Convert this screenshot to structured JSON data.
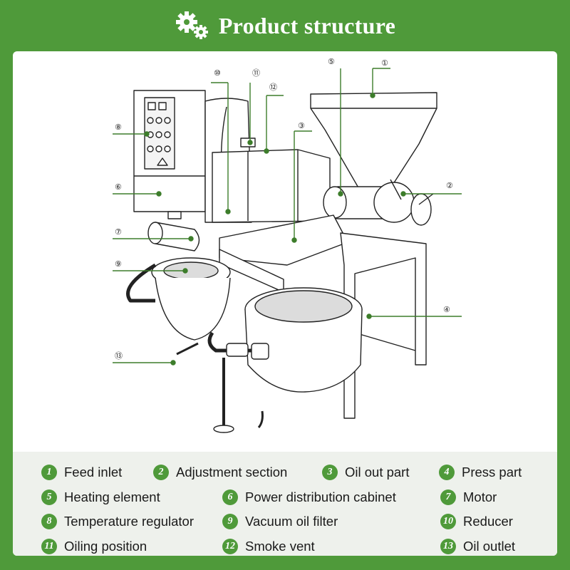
{
  "header": {
    "title": "Product structure",
    "icon": "gears-icon"
  },
  "colors": {
    "brand_green": "#4f9a3a",
    "legend_bg": "#eef1ec"
  },
  "callouts": [
    "①",
    "②",
    "③",
    "④",
    "⑤",
    "⑥",
    "⑦",
    "⑧",
    "⑨",
    "⑩",
    "⑪",
    "⑫",
    "⑬"
  ],
  "legend": [
    {
      "num": "1",
      "label": "Feed inlet"
    },
    {
      "num": "2",
      "label": "Adjustment section"
    },
    {
      "num": "3",
      "label": "Oil out part"
    },
    {
      "num": "4",
      "label": "Press part"
    },
    {
      "num": "5",
      "label": "Heating element"
    },
    {
      "num": "6",
      "label": "Power distribution cabinet"
    },
    {
      "num": "7",
      "label": "Motor"
    },
    {
      "num": "8",
      "label": "Temperature regulator"
    },
    {
      "num": "9",
      "label": "Vacuum oil filter"
    },
    {
      "num": "10",
      "label": "Reducer"
    },
    {
      "num": "11",
      "label": "Oiling position"
    },
    {
      "num": "12",
      "label": "Smoke vent"
    },
    {
      "num": "13",
      "label": "Oil outlet"
    }
  ]
}
